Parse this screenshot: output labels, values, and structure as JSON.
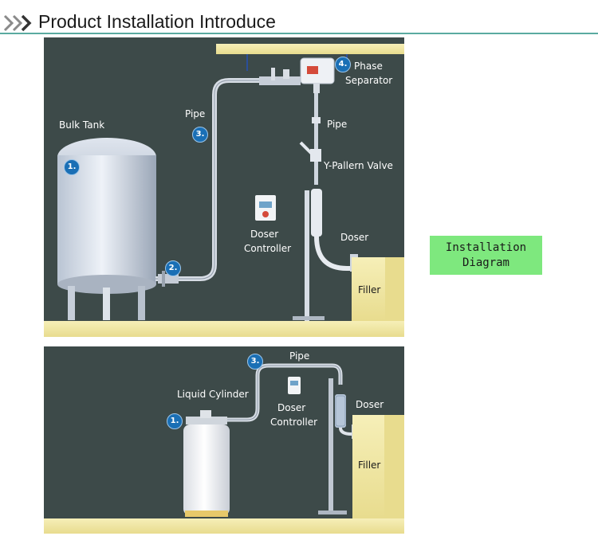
{
  "header": {
    "title": "Product Installation Introduce"
  },
  "badge": {
    "line1": "Installation",
    "line2": "Diagram"
  },
  "diagram_top": {
    "labels": {
      "bulk_tank": "Bulk Tank",
      "pipe_left": "Pipe",
      "phase_separator_1": "Phase",
      "phase_separator_2": "Separator",
      "pipe_right": "Pipe",
      "y_valve": "Y-Pallern Valve",
      "doser_controller_1": "Doser",
      "doser_controller_2": "Controller",
      "doser": "Doser",
      "filler": "Filler"
    },
    "markers": {
      "m1": "1.",
      "m2": "2.",
      "m3": "3.",
      "m4": "4."
    }
  },
  "diagram_bottom": {
    "labels": {
      "liquid_cylinder": "Liquid Cylinder",
      "pipe": "Pipe",
      "doser_controller_1": "Doser",
      "doser_controller_2": "Controller",
      "doser": "Doser",
      "filler": "Filler"
    },
    "markers": {
      "m1": "1.",
      "m3": "3."
    }
  }
}
